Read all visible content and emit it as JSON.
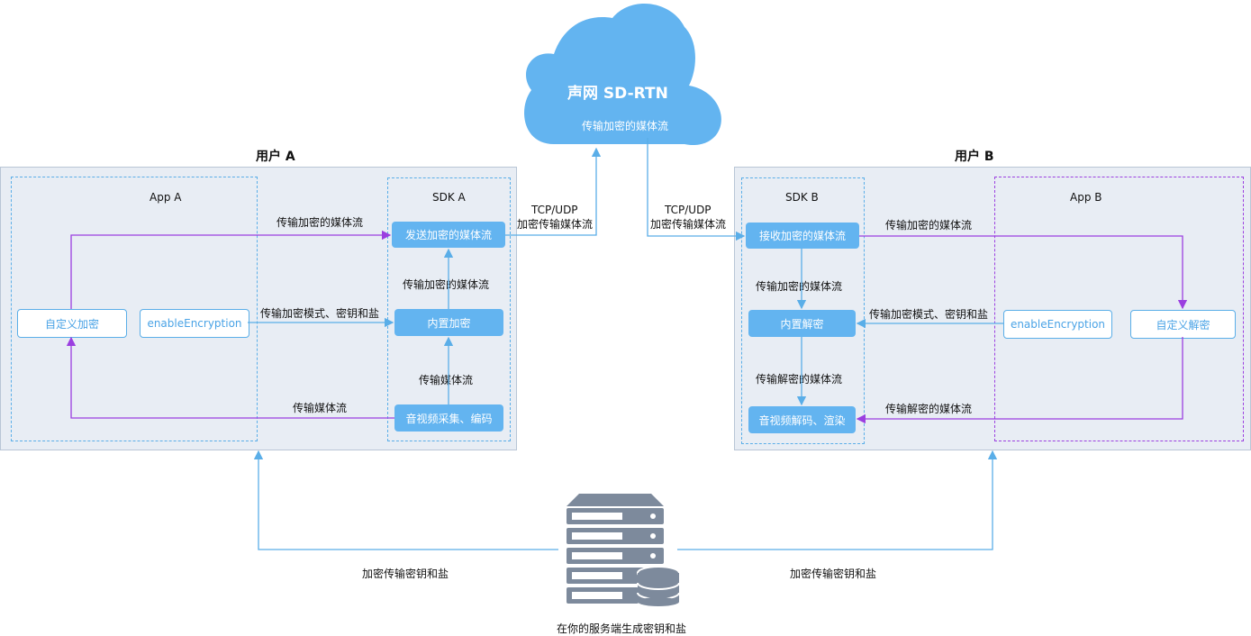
{
  "cloud": {
    "name": "声网 SD-RTN",
    "stream": "传输加密的媒体流"
  },
  "userA": {
    "title": "用户 A",
    "app_label": "App A",
    "sdk_label": "SDK A",
    "custom_box": "自定义加密",
    "enable_box": "enableEncryption",
    "send_btn": "发送加密的媒体流",
    "builtin_btn": "内置加密",
    "capture_btn": "音视频采集、编码",
    "lbl_top": "传输加密的媒体流",
    "lbl_mid": "传输加密模式、密钥和盐",
    "lbl_bottom": "传输媒体流",
    "lbl_sdk_up1": "传输加密的媒体流",
    "lbl_sdk_up2": "传输媒体流",
    "net_line1": "TCP/UDP",
    "net_line2": "加密传输媒体流"
  },
  "userB": {
    "title": "用户 B",
    "app_label": "App B",
    "sdk_label": "SDK B",
    "custom_box": "自定义解密",
    "enable_box": "enableEncryption",
    "receive_btn": "接收加密的媒体流",
    "builtin_btn": "内置解密",
    "decode_btn": "音视频解码、渲染",
    "lbl_top": "传输加密的媒体流",
    "lbl_mid": "传输加密模式、密钥和盐",
    "lbl_bottom": "传输解密的媒体流",
    "lbl_sdk_down1": "传输加密的媒体流",
    "lbl_sdk_down2": "传输解密的媒体流",
    "net_line1": "TCP/UDP",
    "net_line2": "加密传输媒体流"
  },
  "server": {
    "caption": "在你的服务端生成密钥和盐",
    "left_label": "加密传输密钥和盐",
    "right_label": "加密传输密钥和盐"
  },
  "colors": {
    "blue": "#5aaee8",
    "purple": "#9b3fe0",
    "button": "#63b4f0",
    "panel": "#e8edf4",
    "cloud": "#63b4f0"
  }
}
